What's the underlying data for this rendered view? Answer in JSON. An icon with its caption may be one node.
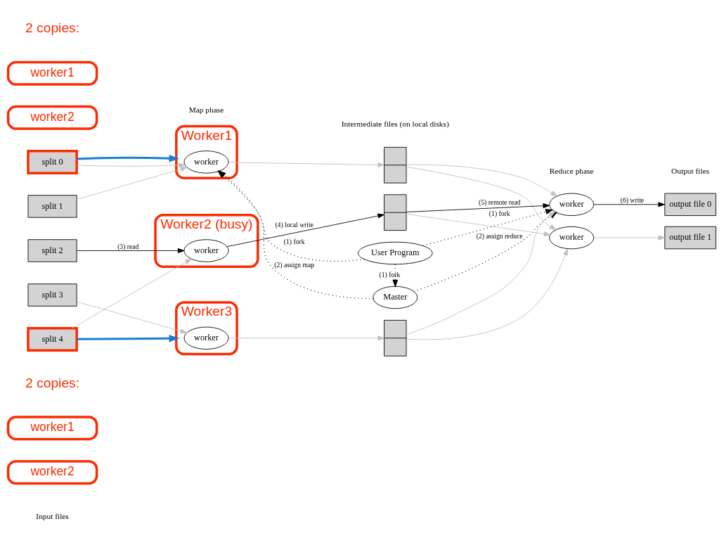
{
  "diagram": {
    "nodes": [
      {
        "text": [
          "User Program"
        ]
      },
      {
        "text": [
          "Master"
        ]
      },
      {
        "text": [
          "split 0"
        ]
      },
      {
        "text": [
          "split 1"
        ]
      },
      {
        "text": [
          "split 2"
        ]
      },
      {
        "text": [
          "split 3"
        ]
      },
      {
        "text": [
          "split 4"
        ]
      },
      {
        "text": [
          "Worker1"
        ]
      },
      {
        "text": [
          "worker"
        ],
        "in": 7
      },
      {
        "text": [
          "Worker2 (busy)"
        ]
      },
      {
        "text": [
          "worker"
        ],
        "in": 9
      },
      {
        "text": [
          "Worker3"
        ]
      },
      {
        "text": [
          "worker"
        ],
        "in": 11
      },
      {
        "text": [],
        "shape": "box"
      },
      {
        "text": [],
        "shape": "box"
      },
      {
        "text": [],
        "shape": "box"
      },
      {
        "text": [
          "worker"
        ]
      },
      {
        "text": [
          "worker"
        ]
      },
      {
        "text": [
          "output file 0"
        ]
      },
      {
        "text": [
          "output file 1"
        ]
      },
      {
        "text": [
          "worker1"
        ]
      },
      {
        "text": [
          "worker2"
        ]
      },
      {
        "text": [
          "worker1"
        ]
      },
      {
        "text": [
          "worker2"
        ]
      }
    ],
    "edges": [
      {
        "from": 0,
        "to": 8,
        "arrow": "to",
        "label": "(1) fork",
        "style": "dashed",
        "color": "#000000"
      },
      {
        "from": 0,
        "to": 1,
        "arrow": "to",
        "label": "(1) fork",
        "style": "dashed",
        "color": "#000000"
      },
      {
        "from": 0,
        "to": 16,
        "arrow": "to",
        "label": "(1) fork",
        "style": "dashed",
        "color": "#000000"
      },
      {
        "from": 1,
        "to": 8,
        "arrow": "to",
        "label": "(2) assign map",
        "style": "dashed",
        "color": "#000000"
      },
      {
        "from": 1,
        "to": 16,
        "arrow": "to",
        "label": "(2) assign reduce",
        "style": "dashed",
        "color": "#000000"
      },
      {
        "from": 2,
        "to": 8,
        "arrow": "to"
      },
      {
        "from": 2,
        "to": 7,
        "arrow": "to",
        "style": "thick",
        "color": "#1a7fd4"
      },
      {
        "from": 3,
        "to": 8,
        "arrow": "to"
      },
      {
        "from": 4,
        "to": 10,
        "arrow": "to",
        "label": "(3) read",
        "color": "#000000"
      },
      {
        "from": 5,
        "to": 12,
        "arrow": "to"
      },
      {
        "from": 6,
        "to": 10,
        "arrow": "to"
      },
      {
        "from": 6,
        "to": 11,
        "arrow": "to",
        "style": "thick",
        "color": "#1a7fd4"
      },
      {
        "from": 8,
        "to": 13,
        "arrow": "to"
      },
      {
        "from": 10,
        "to": 14,
        "arrow": "to",
        "label": "(4) local write",
        "color": "#000000"
      },
      {
        "from": 12,
        "to": 15,
        "arrow": "to"
      },
      {
        "from": 13,
        "to": 16,
        "arrow": "to"
      },
      {
        "from": 13,
        "to": 17,
        "arrow": "to"
      },
      {
        "from": 14,
        "to": 16,
        "arrow": "to",
        "label": "(5) remote read",
        "color": "#000000"
      },
      {
        "from": 14,
        "to": 17,
        "arrow": "to"
      },
      {
        "from": 15,
        "to": 16,
        "arrow": "to"
      },
      {
        "from": 15,
        "to": 17,
        "arrow": "to"
      },
      {
        "from": 16,
        "to": 18,
        "arrow": "to",
        "label": "(6) write",
        "color": "#000000"
      },
      {
        "from": 17,
        "to": 19,
        "arrow": "to"
      }
    ],
    "labels": [
      "2 copies:",
      "2 copies:",
      "Input files",
      "Map phase",
      "Intermediate files (on local disks)",
      "Reduce phase",
      "Output files"
    ]
  }
}
